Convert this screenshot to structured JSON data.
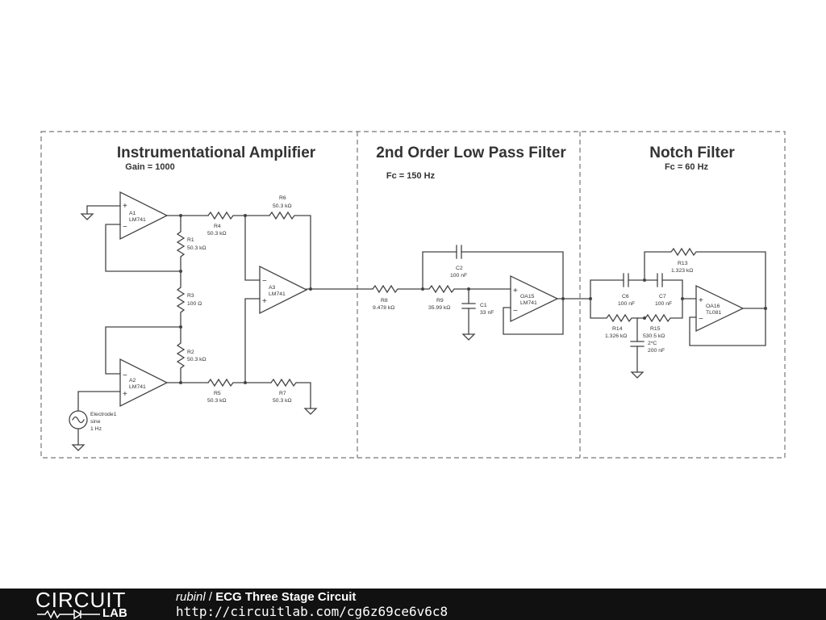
{
  "sections": {
    "instrumentation": {
      "title": "Instrumentational Amplifier",
      "note": "Gain = 1000"
    },
    "lowpass": {
      "title": "2nd Order Low Pass Filter",
      "note": "Fc = 150 Hz"
    },
    "notch": {
      "title": "Notch Filter",
      "note": "Fc = 60 Hz"
    }
  },
  "opamps": {
    "A1": {
      "name": "A1",
      "model": "LM741"
    },
    "A2": {
      "name": "A2",
      "model": "LM741"
    },
    "A3": {
      "name": "A3",
      "model": "LM741"
    },
    "OA15": {
      "name": "OA15",
      "model": "LM741"
    },
    "OA16": {
      "name": "OA16",
      "model": "TL081"
    }
  },
  "resistors": {
    "R1": {
      "name": "R1",
      "value": "50.3 kΩ"
    },
    "R2": {
      "name": "R2",
      "value": "50.3 kΩ"
    },
    "R3": {
      "name": "R3",
      "value": "100 Ω"
    },
    "R4": {
      "name": "R4",
      "value": "50.3 kΩ"
    },
    "R5": {
      "name": "R5",
      "value": "50.3 kΩ"
    },
    "R6": {
      "name": "R6",
      "value": "50.3 kΩ"
    },
    "R7": {
      "name": "R7",
      "value": "50.3 kΩ"
    },
    "R8": {
      "name": "R8",
      "value": "9.478 kΩ"
    },
    "R9": {
      "name": "R9",
      "value": "35.99 kΩ"
    },
    "R13": {
      "name": "R13",
      "value": "1.323 kΩ"
    },
    "R14": {
      "name": "R14",
      "value": "1.326 kΩ"
    },
    "R15": {
      "name": "R15",
      "value": "530.5 kΩ"
    }
  },
  "capacitors": {
    "C1": {
      "name": "C1",
      "value": "33 nF"
    },
    "C2": {
      "name": "C2",
      "value": "100 nF"
    },
    "C6": {
      "name": "C6",
      "value": "100 nF"
    },
    "C7": {
      "name": "C7",
      "value": "100 nF"
    },
    "C8": {
      "name": "2*C",
      "value": "200 nF"
    }
  },
  "source": {
    "name": "Electrode1",
    "type": "sine",
    "freq": "1 Hz"
  },
  "footer": {
    "logo_top": "CIRCUIT",
    "logo_bottom": "LAB",
    "author": "rubinl",
    "separator": " / ",
    "title": "ECG Three Stage Circuit",
    "url": "http://circuitlab.com/cg6z69ce6v6c8"
  },
  "colors": {
    "footer_bg": "#111111",
    "wire": "#444444",
    "frame": "#777777",
    "text": "#333333"
  }
}
